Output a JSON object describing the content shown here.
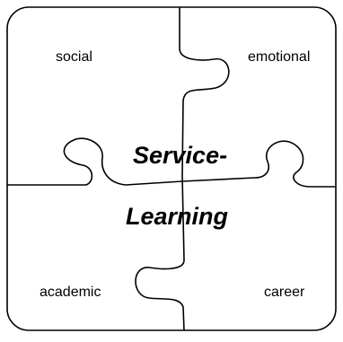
{
  "diagram": {
    "pieces": {
      "top_left": "social",
      "top_right": "emotional",
      "bottom_left": "academic",
      "bottom_right": "career"
    },
    "center": {
      "line1": "Service-",
      "line2": "Learning"
    },
    "colors": {
      "stroke": "#000000",
      "background": "#ffffff"
    }
  }
}
